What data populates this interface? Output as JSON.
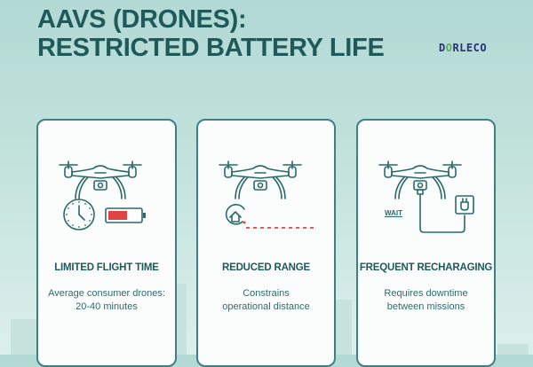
{
  "header": {
    "title_line1": "AAVS (DRONES):",
    "title_line2": "RESTRICTED BATTERY LIFE",
    "logo": {
      "prefix": "D",
      "highlight": "O",
      "suffix": "RLECO"
    }
  },
  "colors": {
    "title": "#1f5a5a",
    "card_border": "#3f7f84",
    "icon_stroke": "#2a6a6a",
    "battery_fill": "#e04343",
    "range_dashes": "#e04343",
    "logo": "#2b2f7a"
  },
  "cards": [
    {
      "title": "LIMITED FLIGHT TIME",
      "desc_line1": "Average consumer drones:",
      "desc_line2": "20-40 minutes",
      "icons": [
        "drone-icon",
        "clock-icon",
        "battery-low-icon"
      ]
    },
    {
      "title": "REDUCED RANGE",
      "desc_line1": "Constrains",
      "desc_line2": "operational distance",
      "icons": [
        "drone-icon",
        "home-icon",
        "range-dashed-line"
      ]
    },
    {
      "title": "FREQUENT RECHARAGING",
      "desc_line1": "Requires downtime",
      "desc_line2": "between missions",
      "wait_label": "WAIT",
      "icons": [
        "drone-icon",
        "power-plug-icon"
      ]
    }
  ]
}
